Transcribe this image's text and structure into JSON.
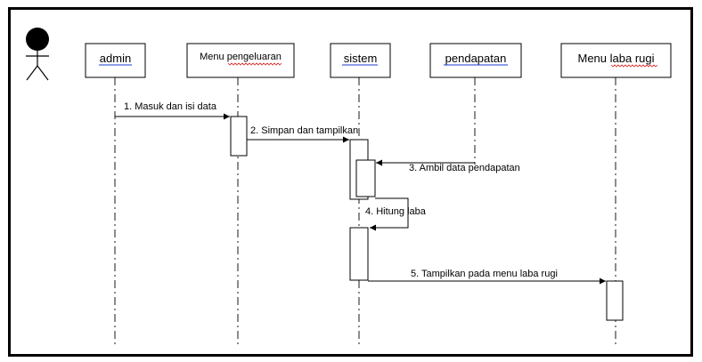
{
  "diagram": {
    "actor_icon": "stick-figure-icon",
    "participants": [
      {
        "id": "admin",
        "label": "admin",
        "underline": "blue"
      },
      {
        "id": "menu-pengeluaran",
        "label": "Menu pengeluaran",
        "underline": "red-wavy"
      },
      {
        "id": "sistem",
        "label": "sistem",
        "underline": "blue"
      },
      {
        "id": "pendapatan",
        "label": "pendapatan",
        "underline": "blue"
      },
      {
        "id": "menu-laba-rugi",
        "label": "Menu laba rugi",
        "underline": "red-wavy"
      }
    ],
    "messages": [
      {
        "label": "1. Masuk dan isi data"
      },
      {
        "label": "2. Simpan dan tampilkan"
      },
      {
        "label": "3. Ambil data pendapatan"
      },
      {
        "label": "4. Hitung laba"
      },
      {
        "label": "5. Tampilkan pada menu laba rugi"
      }
    ]
  }
}
